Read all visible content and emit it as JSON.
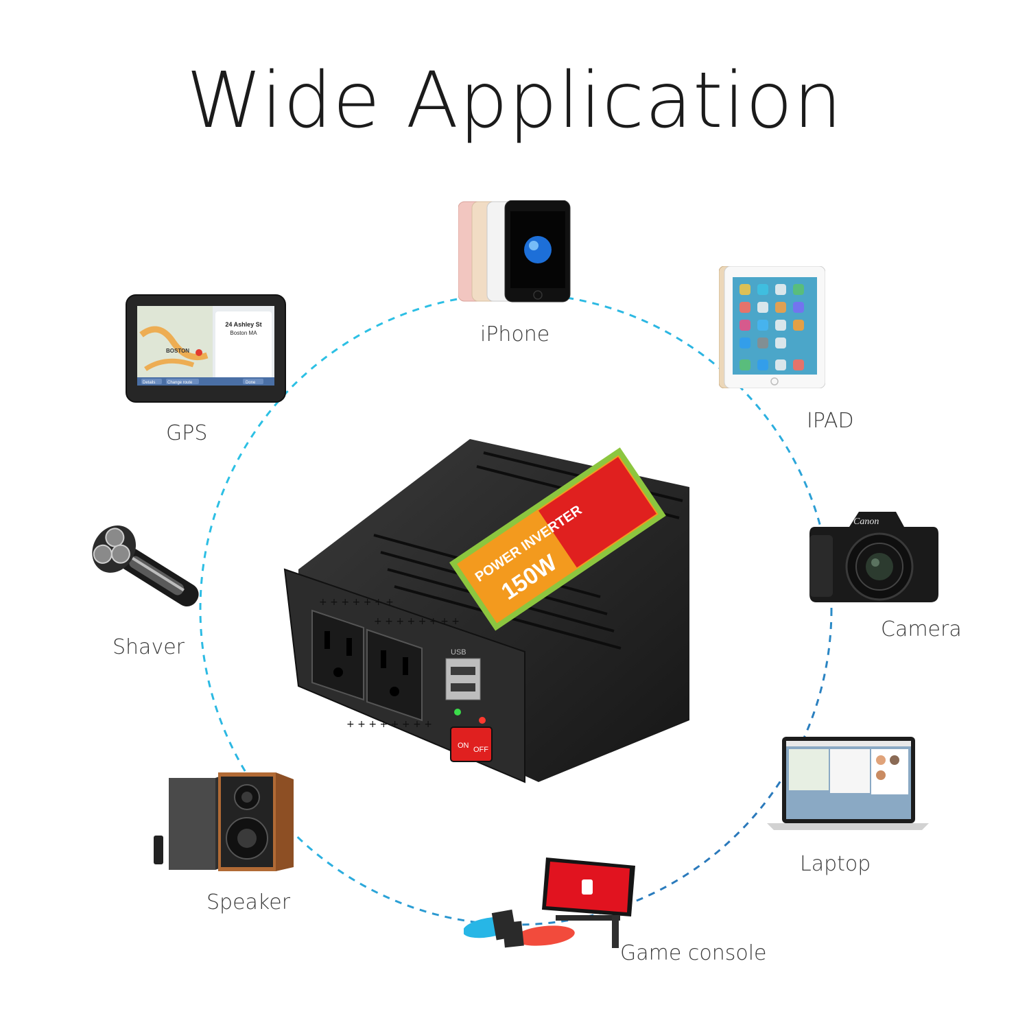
{
  "title": "Wide Application",
  "ring_colors": {
    "light": "#2cc6e6",
    "dark": "#2a5ea9"
  },
  "devices": [
    {
      "id": "iphone",
      "label": "iPhone",
      "icon": "iphone-icon"
    },
    {
      "id": "ipad",
      "label": "IPAD",
      "icon": "ipad-icon"
    },
    {
      "id": "camera",
      "label": "Camera",
      "icon": "camera-icon"
    },
    {
      "id": "laptop",
      "label": "Laptop",
      "icon": "laptop-icon"
    },
    {
      "id": "game-console",
      "label": "Game console",
      "icon": "game-console-icon"
    },
    {
      "id": "speaker",
      "label": "Speaker",
      "icon": "speaker-icon"
    },
    {
      "id": "shaver",
      "label": "Shaver",
      "icon": "shaver-icon"
    },
    {
      "id": "gps",
      "label": "GPS",
      "icon": "gps-icon"
    }
  ],
  "gps_screen": {
    "address": "24 Ashley St",
    "city": "Boston MA",
    "map_label": "BOSTON",
    "buttons": [
      "Details",
      "Change route",
      "Done"
    ]
  },
  "inverter": {
    "brand_line": "POWER INVERTER",
    "wattage": "150W",
    "usb_label": "USB",
    "switch_on": "ON",
    "switch_off": "OFF",
    "colors": {
      "body": "#2b2b2b",
      "label_orange": "#f39a1e",
      "label_green": "#8cc63f",
      "label_red": "#e0201f"
    }
  }
}
